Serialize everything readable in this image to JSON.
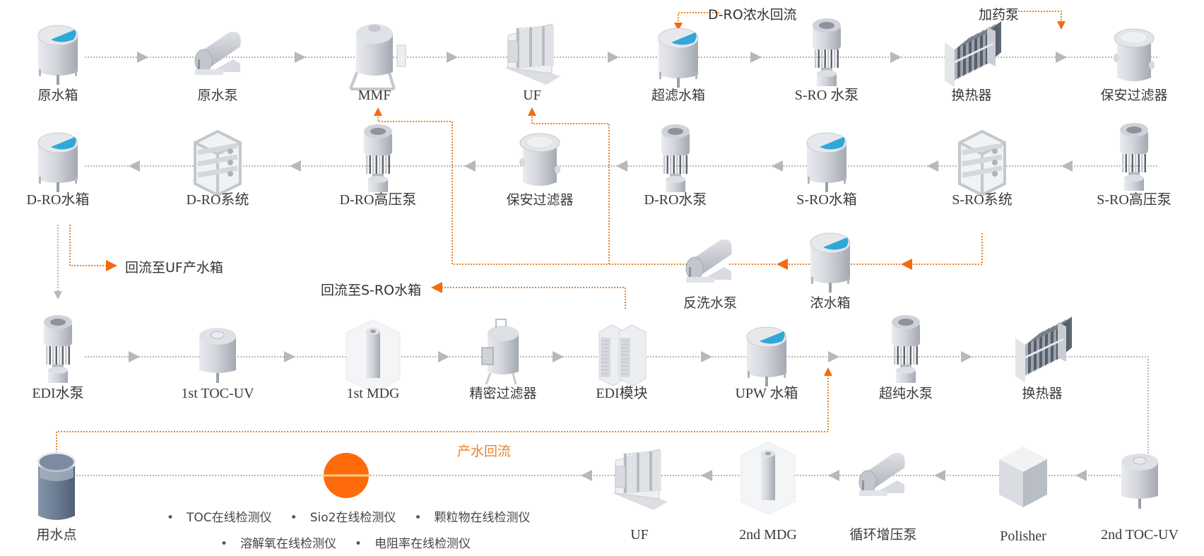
{
  "diagram": {
    "title": "",
    "colors": {
      "main_flow": "#b8b8b8",
      "recycle_flow": "#e8842c",
      "arrow_recycle": "#f26b10",
      "water_blue": "#2fa8d8",
      "sensor_orange": "#ff6a0a"
    },
    "row1": [
      {
        "id": "raw-tank",
        "label": "原水箱",
        "icon": "tank-icon"
      },
      {
        "id": "raw-pump",
        "label": "原水泵",
        "icon": "horizontal-pump-icon"
      },
      {
        "id": "mmf",
        "label": "MMF",
        "icon": "multimedia-filter-icon"
      },
      {
        "id": "uf1",
        "label": "UF",
        "icon": "uf-rack-icon"
      },
      {
        "id": "uf-tank",
        "label": "超滤水箱",
        "icon": "tank-icon"
      },
      {
        "id": "sro-pump",
        "label": "S-RO 水泵",
        "icon": "vertical-pump-icon"
      },
      {
        "id": "hx1",
        "label": "换热器",
        "icon": "heat-exchanger-icon"
      },
      {
        "id": "cart-filter1",
        "label": "保安过滤器",
        "icon": "cartridge-filter-icon"
      }
    ],
    "row2": [
      {
        "id": "dro-tank",
        "label": "D-RO水箱",
        "icon": "tank-icon"
      },
      {
        "id": "dro-system",
        "label": "D-RO系统",
        "icon": "ro-rack-icon"
      },
      {
        "id": "dro-hp-pump",
        "label": "D-RO高压泵",
        "icon": "vertical-pump-icon"
      },
      {
        "id": "cart-filter2",
        "label": "保安过滤器",
        "icon": "cartridge-filter-icon"
      },
      {
        "id": "dro-pump",
        "label": "D-RO水泵",
        "icon": "vertical-pump-icon"
      },
      {
        "id": "sro-tank",
        "label": "S-RO水箱",
        "icon": "tank-icon"
      },
      {
        "id": "sro-system",
        "label": "S-RO系统",
        "icon": "ro-rack-icon"
      },
      {
        "id": "sro-hp-pump",
        "label": "S-RO高压泵",
        "icon": "vertical-pump-icon"
      }
    ],
    "reject": [
      {
        "id": "backwash-pump",
        "label": "反洗水泵",
        "icon": "horizontal-pump-icon"
      },
      {
        "id": "conc-tank",
        "label": "浓水箱",
        "icon": "tank-icon"
      }
    ],
    "row3": [
      {
        "id": "edi-pump",
        "label": "EDI水泵",
        "icon": "vertical-pump-icon"
      },
      {
        "id": "toc-uv1",
        "label": "1st TOC-UV",
        "icon": "uv-reactor-icon"
      },
      {
        "id": "mdg1",
        "label": "1st MDG",
        "icon": "degasser-icon"
      },
      {
        "id": "precision-filter",
        "label": "精密过滤器",
        "icon": "precision-filter-icon"
      },
      {
        "id": "edi-module",
        "label": "EDI模块",
        "icon": "edi-module-icon"
      },
      {
        "id": "upw-tank",
        "label": "UPW 水箱",
        "icon": "tank-icon"
      },
      {
        "id": "upw-pump",
        "label": "超纯水泵",
        "icon": "vertical-pump-icon"
      },
      {
        "id": "hx2",
        "label": "换热器",
        "icon": "heat-exchanger-icon"
      }
    ],
    "row4": [
      {
        "id": "use-point",
        "label": "用水点",
        "icon": "use-point-cup-icon"
      },
      {
        "id": "uf2",
        "label": "UF",
        "icon": "uf-rack-icon"
      },
      {
        "id": "mdg2",
        "label": "2nd MDG",
        "icon": "degasser-icon"
      },
      {
        "id": "loop-booster",
        "label": "循环增压泵",
        "icon": "horizontal-pump-icon"
      },
      {
        "id": "polisher",
        "label": "Polisher",
        "icon": "polisher-cube-icon"
      },
      {
        "id": "toc-uv2",
        "label": "2nd TOC-UV",
        "icon": "uv-reactor-icon"
      }
    ],
    "annotations": {
      "dro_reject_return": "D-RO浓水回流",
      "chemical_dosing": "加药泵",
      "return_to_uf_tank": "回流至UF产水箱",
      "return_to_sro_tank": "回流至S-RO水箱",
      "product_return": "产水回流"
    },
    "instruments": {
      "icon": "online-analyzer-icon",
      "line1": [
        "TOC在线检测仪",
        "Sio2在线检测仪",
        "颗粒物在线检测仪"
      ],
      "line2": [
        "溶解氧在线检测仪",
        "电阻率在线检测仪"
      ]
    }
  }
}
